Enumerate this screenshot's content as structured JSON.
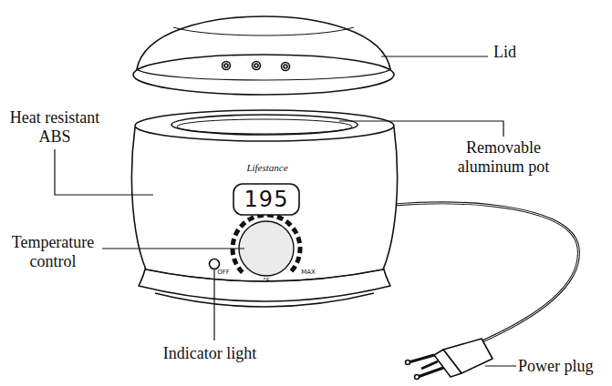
{
  "diagram": {
    "nodes": [
      {
        "text": [
          "195"
        ]
      }
    ],
    "labels": [
      "Lid",
      "Heat resistant ABS",
      "Removable aluminum pot",
      "Lifestance",
      "Temperature control",
      "OFF",
      "°F",
      "MAX",
      "Indicator light",
      "Power plug"
    ]
  }
}
